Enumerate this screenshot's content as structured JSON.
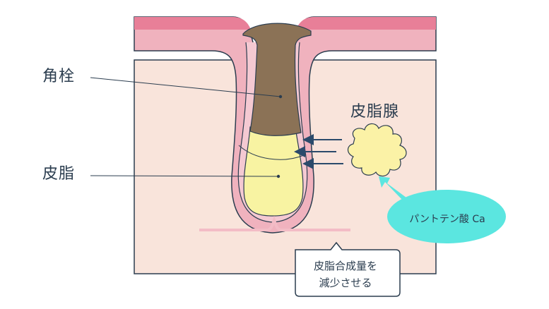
{
  "labels": {
    "keratin_plug": "角栓",
    "sebum": "皮脂",
    "sebaceous_gland": "皮脂腺"
  },
  "callouts": {
    "ingredient": "パントテン酸 Ca",
    "effect_line1": "皮脂合成量を",
    "effect_line2": "減少させる"
  },
  "colors": {
    "outline": "#2b3d4f",
    "skin_top": "#e87f98",
    "skin_layer": "#f0b2be",
    "dermis": "#f9e4db",
    "follicle_lining": "#f1a6b6",
    "keratin": "#8b7256",
    "sebum": "#f8f3a2",
    "gland": "#fbf2a6",
    "arrow": "#2b4a6b",
    "callout_fill": "#5be6e0",
    "callout_arrow": "#5be6e0"
  }
}
